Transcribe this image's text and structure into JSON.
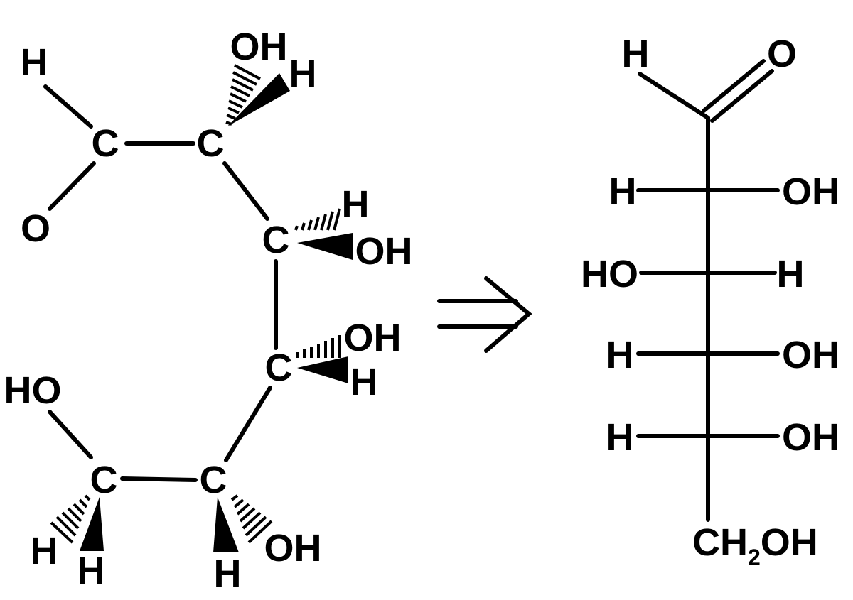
{
  "zigzag": {
    "c1": {
      "symbol": "C",
      "h": "H",
      "o": "O"
    },
    "c2": {
      "symbol": "C",
      "oh": "OH",
      "h": "H"
    },
    "c3": {
      "symbol": "C",
      "h": "H",
      "oh": "OH"
    },
    "c4": {
      "symbol": "C",
      "oh": "OH",
      "h": "H"
    },
    "c5": {
      "symbol": "C",
      "h": "H",
      "oh": "OH"
    },
    "c6": {
      "symbol": "C",
      "oh": "HO",
      "h_hash": "H",
      "h_wedge": "H"
    }
  },
  "fischer": {
    "aldehyde_h": "H",
    "aldehyde_o": "O",
    "rows": [
      {
        "left": "H",
        "right": "OH"
      },
      {
        "left": "HO",
        "right": "H"
      },
      {
        "left": "H",
        "right": "OH"
      },
      {
        "left": "H",
        "right": "OH"
      }
    ],
    "bottom": {
      "main": "CH",
      "subscript": "2",
      "tail": "OH"
    }
  }
}
